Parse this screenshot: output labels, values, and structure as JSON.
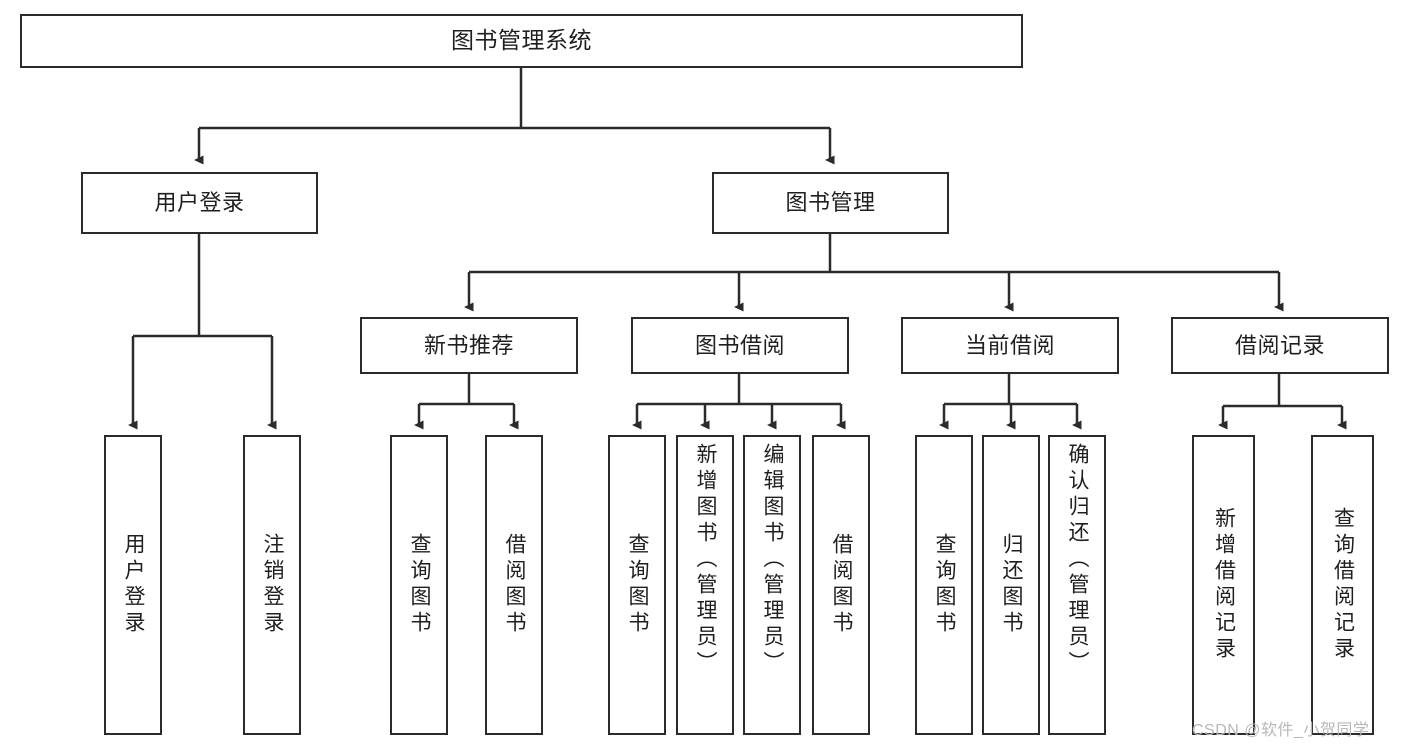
{
  "diagram": {
    "title": "图书管理系统",
    "type": "tree-hierarchy-diagram",
    "colors": {
      "background": "#ffffff",
      "box_border": "#2b2b2b",
      "box_fill": "#ffffff",
      "connector": "#2b2b2b",
      "text": "#1f1f1f",
      "watermark": "#b8b8b8"
    },
    "nodes": {
      "root": {
        "label": "图书管理系统"
      },
      "level2": [
        {
          "label": "用户登录"
        },
        {
          "label": "图书管理"
        }
      ],
      "level3": [
        {
          "label": "新书推荐"
        },
        {
          "label": "图书借阅"
        },
        {
          "label": "当前借阅"
        },
        {
          "label": "借阅记录"
        }
      ],
      "leaves": {
        "user_login": [
          {
            "label": "用户登录"
          },
          {
            "label": "注销登录"
          }
        ],
        "new_book_recommend": [
          {
            "label": "查询图书"
          },
          {
            "label": "借阅图书"
          }
        ],
        "book_borrow": [
          {
            "label": "查询图书"
          },
          {
            "label": "新增图书（管理员）"
          },
          {
            "label": "编辑图书（管理员）"
          },
          {
            "label": "借阅图书"
          }
        ],
        "current_borrow": [
          {
            "label": "查询图书"
          },
          {
            "label": "归还图书"
          },
          {
            "label": "确认归还（管理员）"
          }
        ],
        "borrow_record": [
          {
            "label": "新增借阅记录"
          },
          {
            "label": "查询借阅记录"
          }
        ]
      }
    },
    "watermark": "CSDN @软件_小贺同学"
  }
}
